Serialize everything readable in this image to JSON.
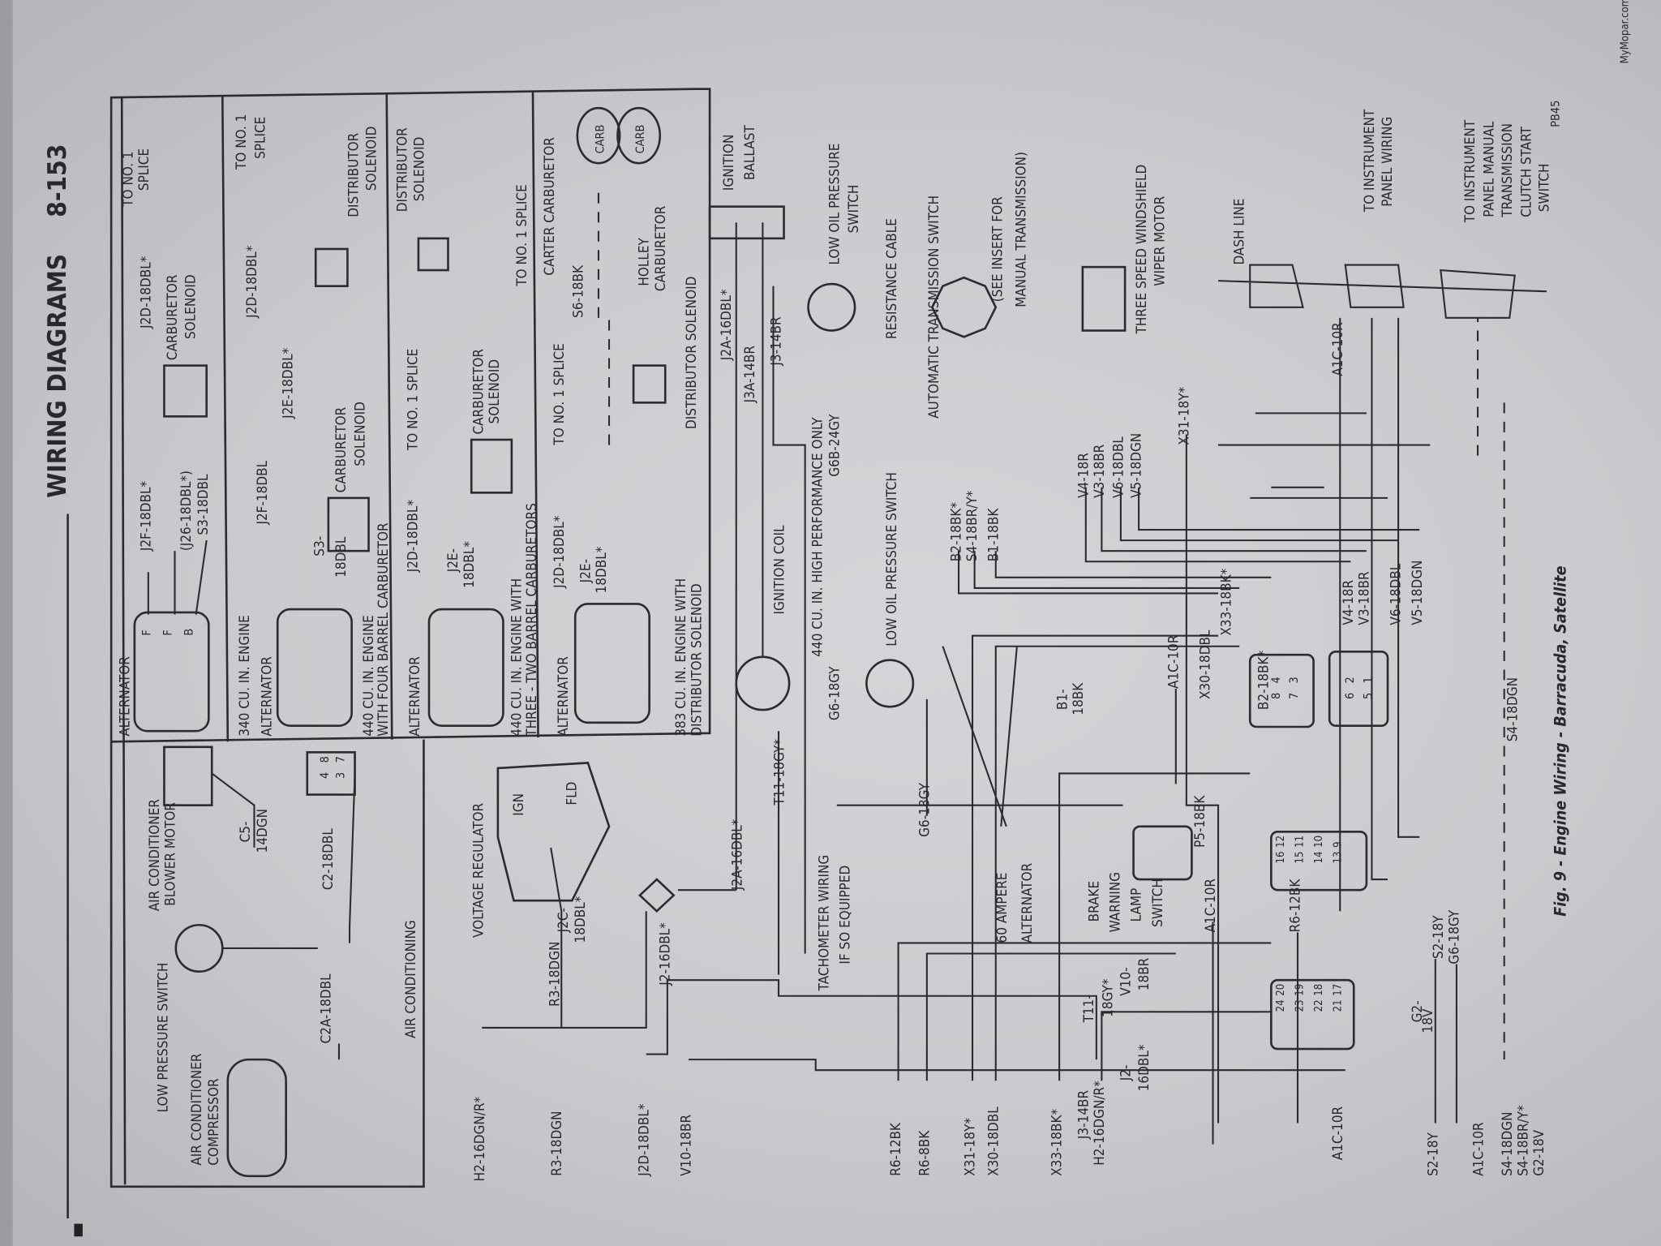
{
  "header": {
    "title": "WIRING DIAGRAMS",
    "page_number": "8-153"
  },
  "caption": {
    "figure": "Fig. 9 - Engine Wiring - Barracuda, Satellite",
    "code": "PB45",
    "watermark": "MyMopar.com"
  },
  "panel_alternator": {
    "alternator": "ALTERNATOR",
    "j2f": "J2F-18DBL*",
    "j26": "(J26-18DBL*)",
    "s3": "S3-18DBL",
    "j2d": "J2D-18DBL*",
    "carb1": "CARBURETOR",
    "carb2": "SOLENOID",
    "splice1": "TO NO. 1",
    "splice2": "SPLICE",
    "terms": [
      "F",
      "F",
      "B"
    ]
  },
  "panel_340": {
    "title": "340 CU. IN. ENGINE",
    "alternator": "ALTERNATOR",
    "j2f": "J2F-18DBL",
    "j2d": "J2D-18DBL*",
    "splice1": "TO NO. 1",
    "splice2": "SPLICE",
    "j2e": "J2E-18DBL*",
    "carb1": "CARBURETOR",
    "carb2": "SOLENOID",
    "s3a": "S3-",
    "s3b": "18DBL",
    "dist1": "DISTRIBUTOR",
    "dist2": "SOLENOID"
  },
  "panel_440_four": {
    "title1": "440 CU. IN. ENGINE",
    "title2": "WITH FOUR BARREL CARBURETOR",
    "alternator": "ALTERNATOR",
    "j2d": "J2D-18DBL*",
    "splice": "TO NO. 1 SPLICE",
    "j2e1": "J2E-",
    "j2e2": "18DBL*",
    "carb1": "CARBURETOR",
    "carb2": "SOLENOID",
    "dist1": "DISTRIBUTOR",
    "dist2": "SOLENOID",
    "splice_b": "TO NO. 1 SPLICE"
  },
  "panel_440_three": {
    "title1": "440 CU. IN. ENGINE WITH",
    "title2": "THREE - TWO BARREL CARBURETORS",
    "alternator": "ALTERNATOR",
    "j2d": "J2D-18DBL*",
    "splice": "TO NO. 1 SPLICE",
    "j2e1": "J2E-",
    "j2e2": "18DBL*",
    "s6": "S6-18BK",
    "carter": "CARTER CARBURETOR",
    "carb": "CARB",
    "holley1": "HOLLEY",
    "holley2": "CARBURETOR",
    "dist": "DISTRIBUTOR SOLENOID"
  },
  "panel_383": {
    "title1": "383 CU. IN. ENGINE WITH",
    "title2": "DISTRIBUTOR SOLENOID"
  },
  "air_conditioning": {
    "title": "AIR CONDITIONING",
    "blower1": "AIR CONDITIONER",
    "blower2": "BLOWER MOTOR",
    "c5a": "C5-",
    "c5b": "14DGN",
    "c2": "C2-18DBL",
    "connector": [
      "4",
      "8",
      "3",
      "7"
    ],
    "lowpress": "LOW PRESSURE SWITCH",
    "c2a": "C2A-18DBL",
    "comp1": "AIR CONDITIONER",
    "comp2": "COMPRESSOR"
  },
  "engine": {
    "vreg": "VOLTAGE REGULATOR",
    "ign": "IGN",
    "fld": "FLD",
    "j2c1": "J2C-",
    "j2c2": "18DBL*",
    "r3": "R3-18DGN",
    "j2": "J2-16DBL*",
    "j2a": "J2A-16DBL*",
    "t11": "T11-18GY*",
    "coil": "IGNITION COIL",
    "ballast1": "IGNITION",
    "ballast2": "BALLAST",
    "j2a_b": "J2A-16DBL*",
    "j3a": "J3A-14BR",
    "j3": "J3-14BR",
    "hp": "440 CU. IN. HIGH PERFORMANCE ONLY",
    "g6": "G6-18GY",
    "g6b": "G6B-24GY",
    "lop1": "LOW OIL PRESSURE",
    "lop2": "SWITCH",
    "resist": "RESISTANCE CABLE",
    "lop_sw": "LOW OIL PRESSURE SWITCH",
    "g6_b": "G6-18GY",
    "tach1": "TACHOMETER WIRING",
    "tach2": "IF SO EQUIPPED",
    "amp1": "60 AMPERE",
    "amp2": "ALTERNATOR",
    "auto": "AUTOMATIC TRANSMISSION SWITCH",
    "insert1": "(SEE INSERT FOR",
    "insert2": "MANUAL TRANSMISSION)",
    "b2": "B2-18BK*",
    "s4": "S4-18BR/Y*",
    "b1": "B1-18BK",
    "b1a": "B1-",
    "b1b": "18BK",
    "brake1": "BRAKE",
    "brake2": "WARNING",
    "brake3": "LAMP",
    "brake4": "SWITCH",
    "t11a": "T11-",
    "t11b": "18GY*",
    "v10a": "V10-",
    "v10b": "18BR",
    "j2a2": "J2-",
    "j2b2": "16DBL*",
    "p5": "P5-18BK",
    "a1c1": "A1C-10R",
    "r6": "R6-12BK",
    "a1c2": "A1C-10R",
    "x30": "X30-18DBL",
    "x33": "X33-18BK*",
    "b2b": "B2-18BK*",
    "v4": "V4-18R",
    "v3": "V3-18BR",
    "v6": "V6-18DBL",
    "v5": "V5-18DGN",
    "v4m": "V4-18R",
    "v3m": "V3-18BR",
    "v6m": "V6-18DBL",
    "v5m": "V5-18DGN",
    "x31": "X31-18Y*",
    "wiper1": "THREE SPEED WINDSHIELD",
    "wiper2": "WIPER MOTOR",
    "dash": "DASH LINE",
    "a1c3": "A1C-10R",
    "inst1": "TO INSTRUMENT",
    "inst2": "PANEL WIRING",
    "clutch1": "TO INSTRUMENT",
    "clutch2": "PANEL MANUAL",
    "clutch3": "TRANSMISSION",
    "clutch4": "CLUTCH START",
    "clutch5": "SWITCH",
    "s4dgn": "S4-18DGN",
    "s2": "S2-18Y",
    "g6c": "G6-18GY",
    "g2a": "G2-",
    "g2b": "18V",
    "j3b": "J3-14BR",
    "a1c4": "A1C-10R",
    "conn_bulk": [
      "24",
      "20",
      "23",
      "19",
      "22",
      "18",
      "21",
      "17"
    ],
    "conn_mid": [
      "16",
      "12",
      "15",
      "11",
      "14",
      "10",
      "13",
      "9"
    ],
    "conn_b": [
      "8",
      "4",
      "7",
      "3"
    ],
    "conn_v": [
      "6",
      "2",
      "5",
      "1"
    ]
  },
  "left_edge": {
    "h2": "H2-16DGN/R*",
    "r3": "R3-18DGN",
    "j2d": "J2D-18DBL*",
    "v10": "V10-18BR",
    "r6": "R6-12BK",
    "r6b": "R6-8BK",
    "x31": "X31-18Y*",
    "x30": "X30-18DBL",
    "x33": "X33-18BK*",
    "h2b": "H2-16DGN/R*",
    "s2": "S2-18Y",
    "a1c": "A1C-10R",
    "s4": "S4-18DGN",
    "s4b": "S4-18BR/Y*",
    "g2": "G2-18V"
  }
}
